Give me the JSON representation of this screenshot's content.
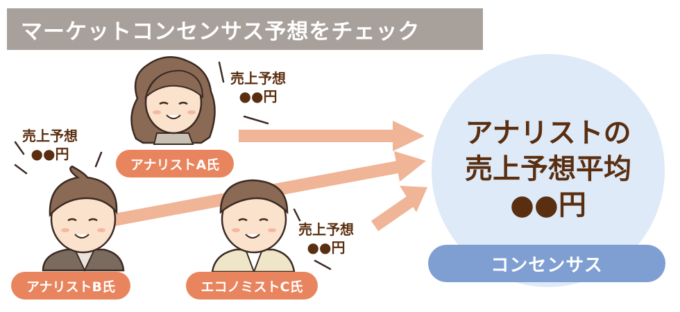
{
  "title": "マーケットコンセンサス予想をチェック",
  "forecast_label": "売上予想",
  "forecast_amount": "●●円",
  "analyst_a": "アナリストA氏",
  "analyst_b": "アナリストB氏",
  "economist_c": "エコノミストC氏",
  "average": {
    "line1": "アナリストの",
    "line2": "売上予想平均",
    "line3": "●●円"
  },
  "consensus": "コンセンサス",
  "colors": {
    "banner": "#a8a09b",
    "pill": "#e8855e",
    "arrow": "#f0b496",
    "circle": "#deeaf7",
    "consensus": "#7f9fd2",
    "text_dark": "#5a2e10"
  }
}
